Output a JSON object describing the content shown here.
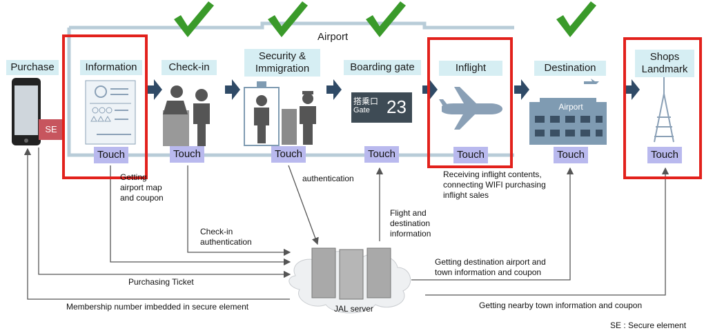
{
  "airport_label": "Airport",
  "stages": {
    "purchase": "Purchase",
    "information": "Information",
    "checkin": "Check-in",
    "security_line1": "Security &",
    "security_line2": "Immigration",
    "boarding": "Boarding gate",
    "inflight": "Inflight",
    "destination": "Destination",
    "shops_line1": "Shops",
    "shops_line2": "Landmark"
  },
  "touch_label": "Touch",
  "phone_badge": "SE",
  "gate_sign": {
    "jp": "搭乗口",
    "gate": "Gate",
    "number": "23"
  },
  "destination_sign": "Airport",
  "notes": {
    "getting_map_l1": "Getting",
    "getting_map_l2": "airport map",
    "getting_map_l3": "and coupon",
    "authentication": "authentication",
    "inflight_l1": "Receiving inflight contents,",
    "inflight_l2": "connecting WIFI purchasing",
    "inflight_l3": "inflight sales",
    "flight_l1": "Flight and",
    "flight_l2": "destination",
    "flight_l3": "information",
    "checkin_auth_l1": "Check-in",
    "checkin_auth_l2": "authentication",
    "dest_info_l1": "Getting destination airport and",
    "dest_info_l2": "town information and coupon",
    "purchasing_ticket": "Purchasing Ticket",
    "membership": "Membership number imbedded in secure element",
    "nearby": "Getting nearby town information and coupon"
  },
  "server_label": "JAL server",
  "footnote": "SE : Secure element",
  "colors": {
    "accent_red": "#e2211c",
    "check_green": "#3a9a2a",
    "label_bg": "#d6eef3",
    "touch_bg": "#b9b9ee",
    "arrow_navy": "#2f4a66",
    "airport_frame": "#b8ccd8"
  }
}
